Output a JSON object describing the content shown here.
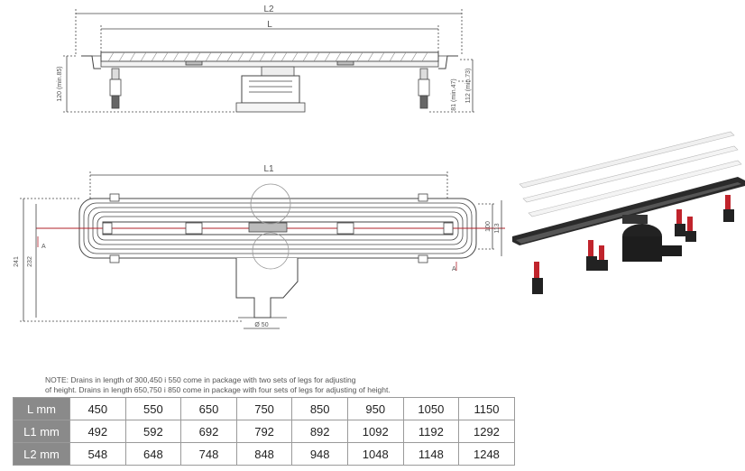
{
  "dimensions": {
    "L2": "L2",
    "L": "L",
    "L1": "L1",
    "h120": "120 (min.85)",
    "h112": "112 (min.73)",
    "h81": "81 (min.47)",
    "w241": "241",
    "w232": "232",
    "w100": "100",
    "w113": "113",
    "d50": "Ø 50",
    "sectionA": "A"
  },
  "note": {
    "line1": "NOTE: Drains in length of 300,450 i 550 come in package with two sets of legs for adjusting",
    "line2": "of height. Drains in length 650,750 i 850 come in package with four sets of legs for adjusting of height."
  },
  "table": {
    "rows": [
      {
        "label": "L mm",
        "values": [
          "450",
          "550",
          "650",
          "750",
          "850",
          "950",
          "1050",
          "1150"
        ]
      },
      {
        "label": "L1 mm",
        "values": [
          "492",
          "592",
          "692",
          "792",
          "892",
          "1092",
          "1192",
          "1292"
        ]
      },
      {
        "label": "L2 mm",
        "values": [
          "548",
          "648",
          "748",
          "848",
          "948",
          "1048",
          "1148",
          "1248"
        ]
      }
    ]
  },
  "colors": {
    "line": "#444444",
    "accent": "#b0202a",
    "header_bg": "#8a8a8a",
    "table_border": "#9a9a9a"
  }
}
